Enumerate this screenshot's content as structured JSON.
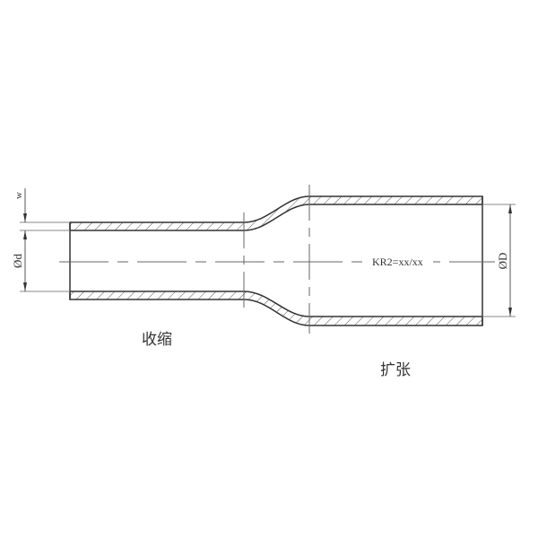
{
  "drawing": {
    "title": "Heat shrink tube shrink/expand diagram",
    "colors": {
      "outline": "#333333",
      "hatch": "#555555",
      "dimension": "#555555",
      "centerline": "#666666",
      "background": "#ffffff"
    },
    "labels": {
      "shrink": "收缩",
      "expand": "扩张",
      "ratio": "KR2=xx/xx",
      "wall_thickness": "w",
      "inner_diameter_small": "Ød",
      "inner_diameter_large": "ØD"
    }
  }
}
